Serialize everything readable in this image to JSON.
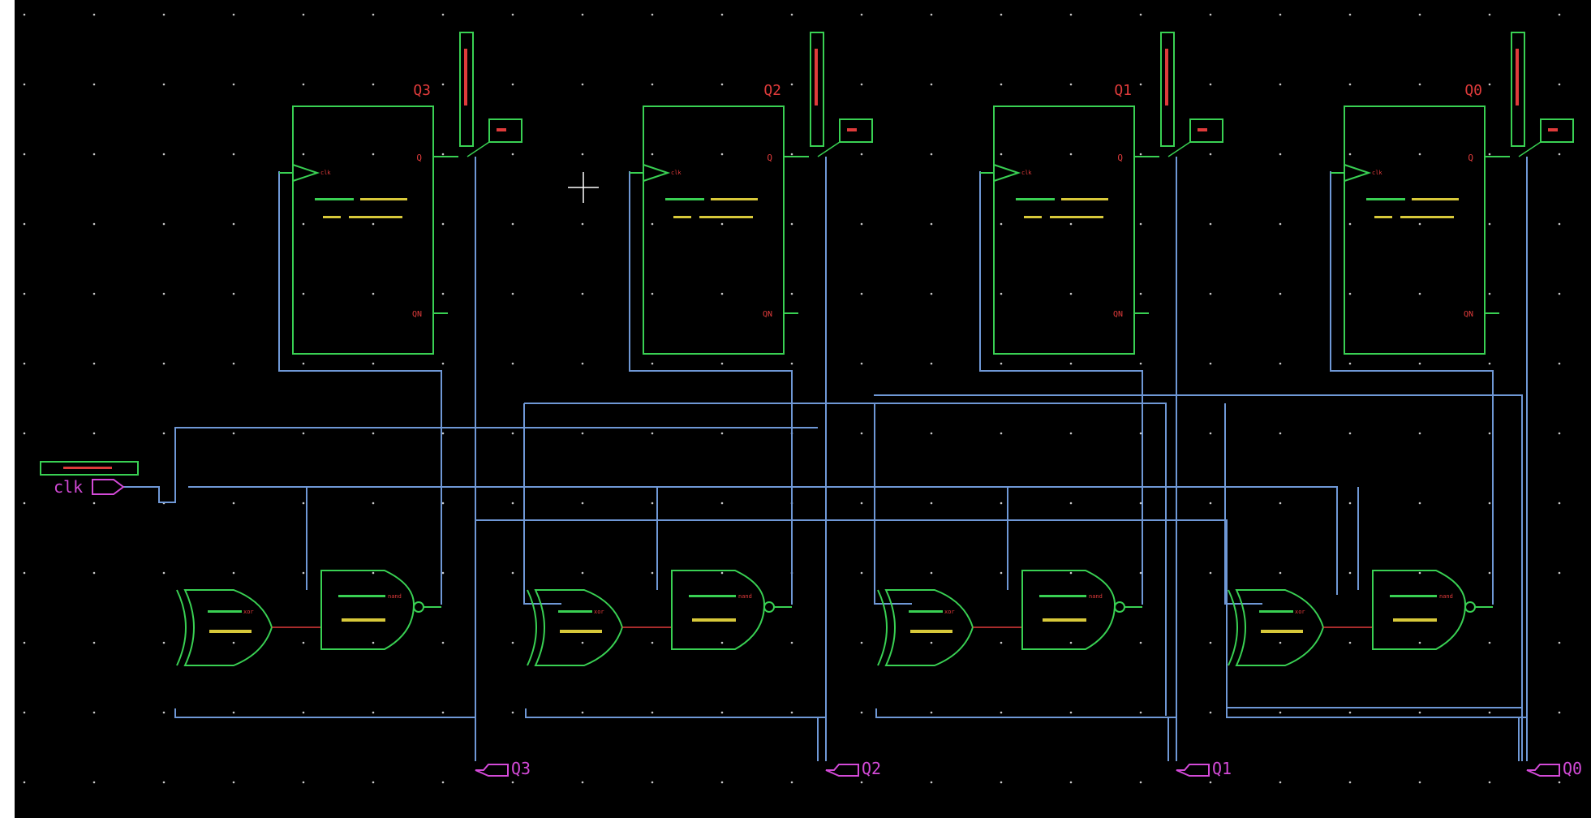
{
  "theme": {
    "background": "#000000",
    "frame": "#ffffff",
    "grid_dot": "#c8c8c8",
    "wire": "#6f98d6",
    "component": "#39d053",
    "pin_label": "#e03b3b",
    "port": "#d44ad8",
    "inst_text": "#d8c93a"
  },
  "input_port": {
    "label": "clk"
  },
  "flip_flops": [
    {
      "output_label": "Q3",
      "q_pin": "Q",
      "qn_pin": "QN",
      "clk_pin": "clk"
    },
    {
      "output_label": "Q2",
      "q_pin": "Q",
      "qn_pin": "QN",
      "clk_pin": "clk"
    },
    {
      "output_label": "Q1",
      "q_pin": "Q",
      "qn_pin": "QN",
      "clk_pin": "clk"
    },
    {
      "output_label": "Q0",
      "q_pin": "Q",
      "qn_pin": "QN",
      "clk_pin": "clk"
    }
  ],
  "output_ports": [
    {
      "label": "Q3"
    },
    {
      "label": "Q2"
    },
    {
      "label": "Q1"
    },
    {
      "label": "Q0"
    }
  ],
  "gate_stages": [
    {
      "xor_gate": "xor",
      "nand_gate": "nand"
    },
    {
      "xor_gate": "xor",
      "nand_gate": "nand"
    },
    {
      "xor_gate": "xor",
      "nand_gate": "nand"
    },
    {
      "xor_gate": "xor",
      "nand_gate": "nand"
    }
  ],
  "icons": {
    "cursor": "crosshair-cursor-icon"
  }
}
